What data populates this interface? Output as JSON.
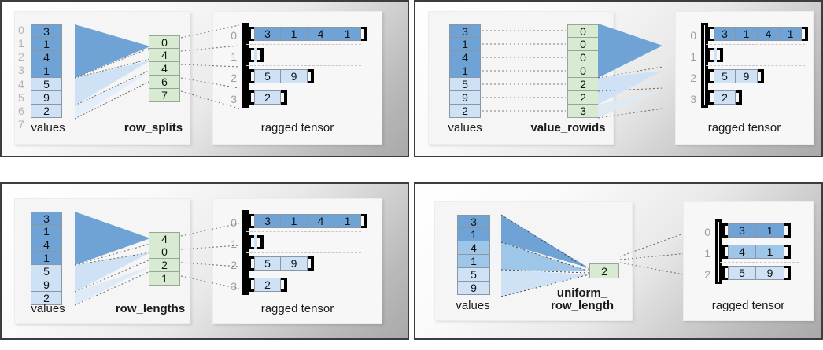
{
  "colors": {
    "dark_blue": "#6fa3d6",
    "mid_blue": "#9ec6e8",
    "light_blue": "#cfe2f5",
    "green": "#d9ead3",
    "bracket": "#000000",
    "index_gray": "#b3b3b3",
    "panel_border": "#3d3d3d"
  },
  "panels": [
    {
      "id": "row-splits",
      "values_label": "values",
      "encoding_label": "row_splits",
      "tensor_label": "ragged tensor",
      "values": [
        3,
        1,
        4,
        1,
        5,
        9,
        2
      ],
      "values_shades": [
        "dark",
        "dark",
        "dark",
        "dark",
        "light",
        "light",
        "light"
      ],
      "value_index_labels": [
        "0",
        "1",
        "2",
        "3",
        "4",
        "5",
        "6",
        "7"
      ],
      "encoding": [
        "0",
        "4",
        "4",
        "6",
        "7"
      ],
      "rows": [
        {
          "index": "0",
          "cells": [
            "3",
            "1",
            "4",
            "1"
          ],
          "shade": "dark"
        },
        {
          "index": "1",
          "cells": [],
          "shade": "light"
        },
        {
          "index": "2",
          "cells": [
            "5",
            "9"
          ],
          "shade": "light"
        },
        {
          "index": "3",
          "cells": [
            "2"
          ],
          "shade": "light"
        }
      ]
    },
    {
      "id": "value-rowids",
      "values_label": "values",
      "encoding_label": "value_rowids",
      "tensor_label": "ragged tensor",
      "values": [
        3,
        1,
        4,
        1,
        5,
        9,
        2
      ],
      "values_shades": [
        "dark",
        "dark",
        "dark",
        "dark",
        "light",
        "light",
        "light"
      ],
      "value_index_labels": [],
      "encoding": [
        "0",
        "0",
        "0",
        "0",
        "2",
        "2",
        "3"
      ],
      "rows": [
        {
          "index": "0",
          "cells": [
            "3",
            "1",
            "4",
            "1"
          ],
          "shade": "dark"
        },
        {
          "index": "1",
          "cells": [],
          "shade": "light"
        },
        {
          "index": "2",
          "cells": [
            "5",
            "9"
          ],
          "shade": "light"
        },
        {
          "index": "3",
          "cells": [
            "2"
          ],
          "shade": "light"
        }
      ]
    },
    {
      "id": "row-lengths",
      "values_label": "values",
      "encoding_label": "row_lengths",
      "tensor_label": "ragged tensor",
      "values": [
        3,
        1,
        4,
        1,
        5,
        9,
        2
      ],
      "values_shades": [
        "dark",
        "dark",
        "dark",
        "dark",
        "light",
        "light",
        "light"
      ],
      "value_index_labels": [],
      "encoding": [
        "4",
        "0",
        "2",
        "1"
      ],
      "rows": [
        {
          "index": "0",
          "cells": [
            "3",
            "1",
            "4",
            "1"
          ],
          "shade": "dark"
        },
        {
          "index": "1",
          "cells": [],
          "shade": "light"
        },
        {
          "index": "2",
          "cells": [
            "5",
            "9"
          ],
          "shade": "light"
        },
        {
          "index": "3",
          "cells": [
            "2"
          ],
          "shade": "light"
        }
      ]
    },
    {
      "id": "uniform-row-length",
      "values_label": "values",
      "encoding_label": "uniform_\nrow_length",
      "tensor_label": "ragged tensor",
      "values": [
        3,
        1,
        4,
        1,
        5,
        9
      ],
      "values_shades": [
        "dark",
        "dark",
        "mid",
        "mid",
        "light",
        "light"
      ],
      "value_index_labels": [],
      "encoding": [
        "2"
      ],
      "rows": [
        {
          "index": "0",
          "cells": [
            "3",
            "1"
          ],
          "shade": "dark"
        },
        {
          "index": "1",
          "cells": [
            "4",
            "1"
          ],
          "shade": "mid"
        },
        {
          "index": "2",
          "cells": [
            "5",
            "9"
          ],
          "shade": "light"
        }
      ]
    }
  ]
}
